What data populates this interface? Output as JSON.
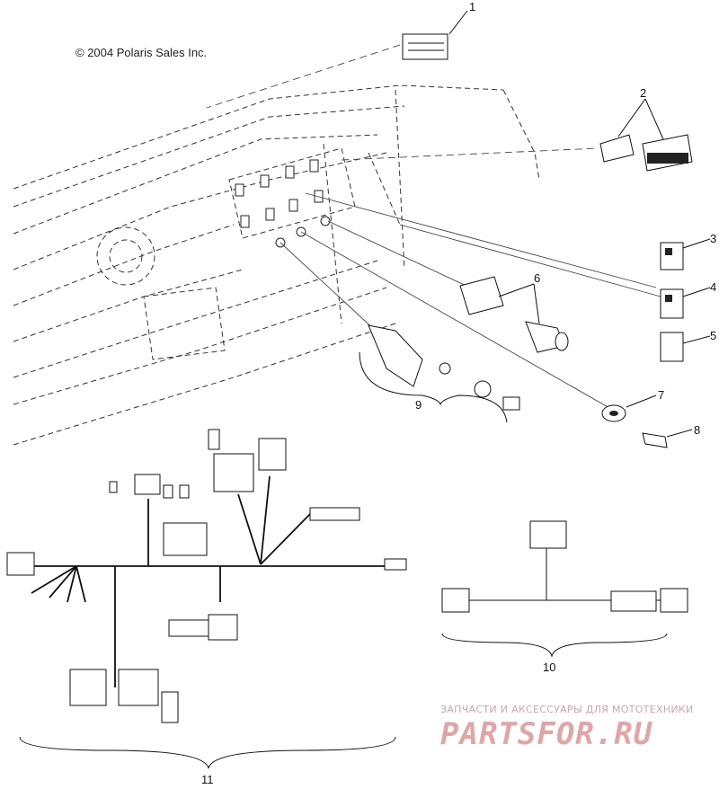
{
  "copyright": "© 2004 Polaris Sales Inc.",
  "callouts": [
    "1",
    "2",
    "3",
    "4",
    "5",
    "6",
    "7",
    "8",
    "9",
    "10",
    "11"
  ],
  "watermark": {
    "tagline": "ЗАПЧАСТИ И АКСЕССУАРЫ ДЛЯ МОТОТЕХНИКИ",
    "logo": "PARTSFOR.RU"
  },
  "colors": {
    "line": "#1a1a1a",
    "dash": "#555555",
    "watermark": "#e0a6a6"
  }
}
